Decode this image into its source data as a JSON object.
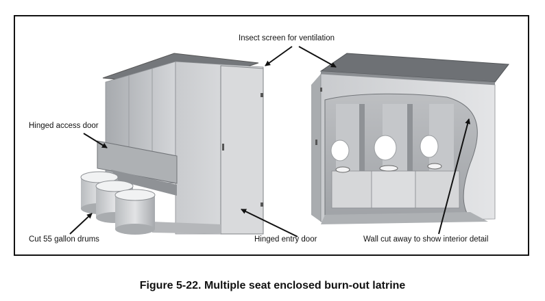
{
  "labels": {
    "insect_screen": "Insect screen for ventilation",
    "hinged_access_door": "Hinged access door",
    "cut_drums": "Cut 55 gallon drums",
    "hinged_entry_door": "Hinged entry door",
    "wall_cut_away": "Wall cut away to show interior detail"
  },
  "caption": "Figure 5-22.  Multiple seat enclosed burn-out latrine",
  "colors": {
    "frame": "#111111",
    "wall_light": "#cfd1d4",
    "wall_dark": "#9da0a4",
    "roof": "#6e7175",
    "interior": "#b8babd",
    "seat": "#ffffff"
  }
}
